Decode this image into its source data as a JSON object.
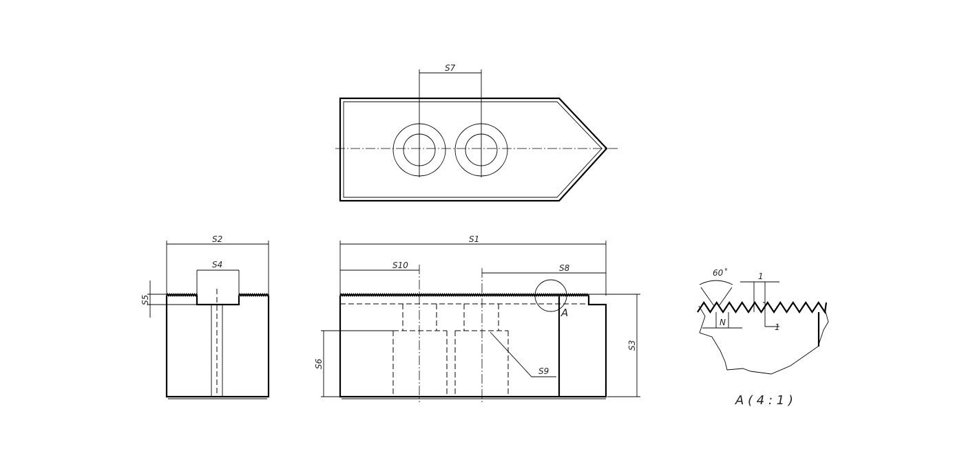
{
  "drawing": {
    "top_view": {
      "dim_labels": {
        "s7": "S7"
      }
    },
    "side_view": {
      "dim_labels": {
        "s2": "S2",
        "s4": "S4",
        "s5": "S5"
      }
    },
    "front_view": {
      "dim_labels": {
        "s1": "S1",
        "s10": "S10",
        "s8": "S8",
        "s3": "S3",
        "s6": "S6",
        "s9": "S9"
      },
      "detail_marker": "A"
    },
    "detail_view": {
      "angle": "60˚",
      "pitch": "N",
      "height_1": "1",
      "height_2": "1",
      "title": "A ( 4 : 1 )"
    }
  },
  "colors": {
    "line": "#000000",
    "background": "#ffffff"
  }
}
